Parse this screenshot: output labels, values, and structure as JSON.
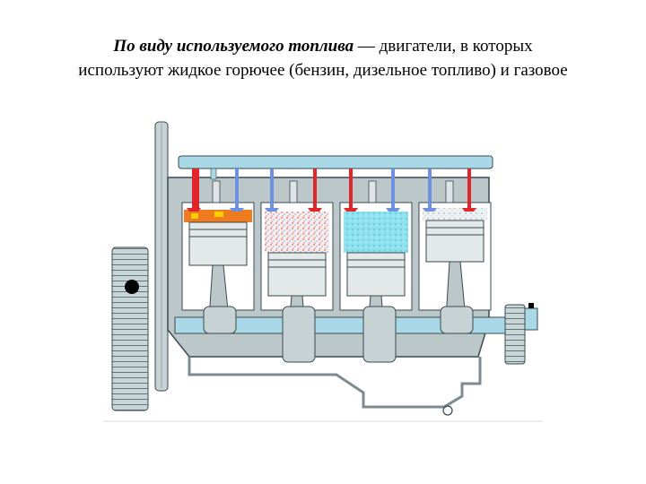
{
  "slide": {
    "text_emphasis": "По виду используемого топлива",
    "text_line1_rest": " — двигатели, в которых",
    "text_line2": "используют жидкое горючее (бензин, дизельное топливо) и газовое"
  },
  "diagram": {
    "kind": "inline four-cylinder engine cutaway",
    "colors": {
      "block": "#bcc7c9",
      "block_outline": "#3a4a50",
      "manifold": "#a9d8e6",
      "exhaust_valve": "#e0262a",
      "intake_valve": "#6f8fe0",
      "combustion": "#f07a1e",
      "mixture_speckle": "#e26a5a",
      "compressed_air": "#6fd3e8",
      "exhaust_gas": "#c9d2d6"
    }
  }
}
